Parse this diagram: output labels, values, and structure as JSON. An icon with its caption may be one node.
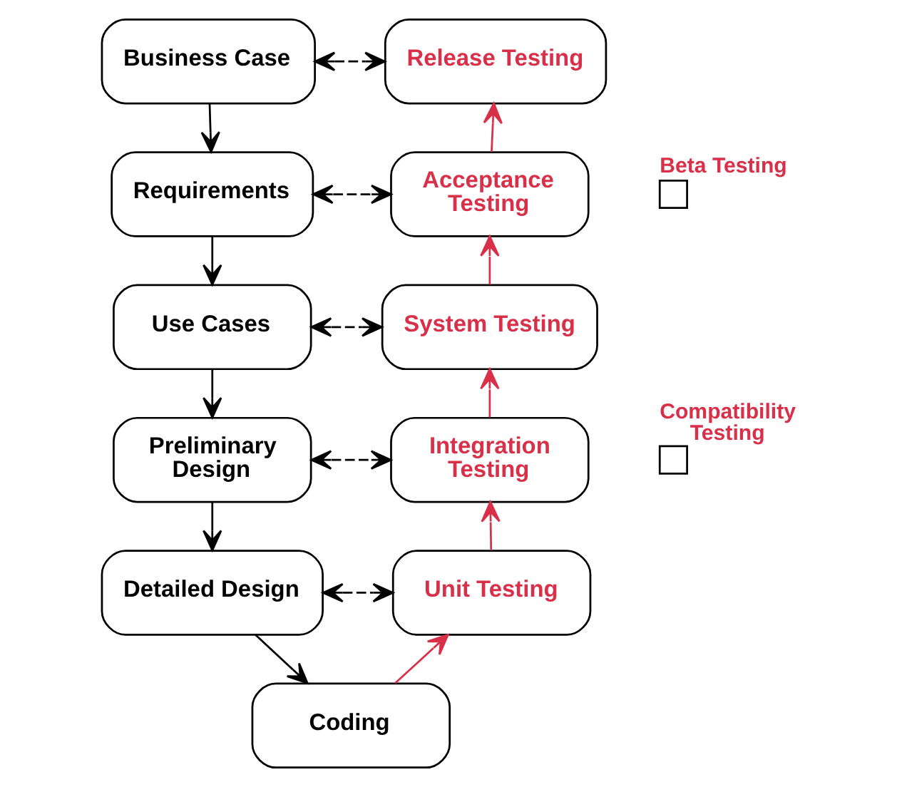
{
  "diagram": {
    "nodes": [
      {
        "text": [
          "Business Case"
        ]
      },
      {
        "text": [
          "Requirements"
        ]
      },
      {
        "text": [
          "Use Cases"
        ]
      },
      {
        "text": [
          "Preliminary Design"
        ]
      },
      {
        "text": [
          "Detailed Design"
        ]
      },
      {
        "text": [
          "Coding"
        ]
      },
      {
        "text": [
          "Unit Testing"
        ]
      },
      {
        "text": [
          "Integration Testing"
        ]
      },
      {
        "text": [
          "System Testing"
        ]
      },
      {
        "text": [
          "Acceptance Testing"
        ]
      },
      {
        "text": [
          "Release Testing"
        ]
      },
      {
        "text": [],
        "shape": "box",
        "beside": [
          "Beta Testing"
        ]
      },
      {
        "text": [],
        "shape": "box",
        "beside": [
          "Compatibility Testing"
        ]
      }
    ],
    "edges": [
      {
        "from": 0,
        "to": 1,
        "arrow": "to"
      },
      {
        "from": 1,
        "to": 2,
        "arrow": "to"
      },
      {
        "from": 2,
        "to": 3,
        "arrow": "to"
      },
      {
        "from": 3,
        "to": 4,
        "arrow": "to"
      },
      {
        "from": 4,
        "to": 5,
        "arrow": "to"
      },
      {
        "from": 5,
        "to": 6,
        "arrow": "to",
        "color": "#d9304a"
      },
      {
        "from": 6,
        "to": 7,
        "arrow": "to",
        "color": "#d9304a"
      },
      {
        "from": 7,
        "to": 8,
        "arrow": "to",
        "color": "#d9304a"
      },
      {
        "from": 8,
        "to": 9,
        "arrow": "to",
        "color": "#d9304a"
      },
      {
        "from": 9,
        "to": 10,
        "arrow": "to",
        "color": "#d9304a"
      },
      {
        "from": 0,
        "to": 10,
        "arrow": "both",
        "style": "dashed"
      },
      {
        "from": 1,
        "to": 9,
        "arrow": "both",
        "style": "dashed"
      },
      {
        "from": 2,
        "to": 8,
        "arrow": "both",
        "style": "dashed"
      },
      {
        "from": 3,
        "to": 7,
        "arrow": "both",
        "style": "dashed"
      },
      {
        "from": 4,
        "to": 6,
        "arrow": "both",
        "style": "dashed"
      }
    ]
  }
}
